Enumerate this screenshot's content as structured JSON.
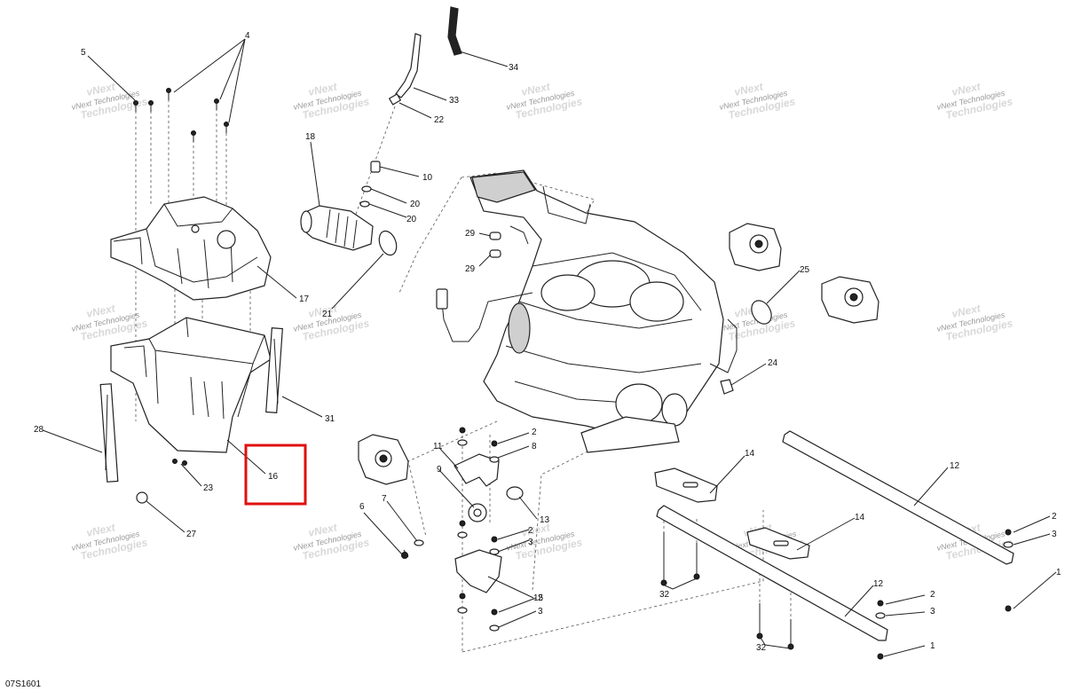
{
  "figure_id": "07S1601",
  "watermark": {
    "line1": "vNext",
    "line2": "Technologies",
    "combined": "vNext Technologies"
  },
  "highlight": {
    "color": "#e01010",
    "callout": "16"
  },
  "callouts": [
    {
      "label": "5"
    },
    {
      "label": "4"
    },
    {
      "label": "34"
    },
    {
      "label": "33"
    },
    {
      "label": "22"
    },
    {
      "label": "18"
    },
    {
      "label": "10"
    },
    {
      "label": "20"
    },
    {
      "label": "20"
    },
    {
      "label": "29"
    },
    {
      "label": "29"
    },
    {
      "label": "21"
    },
    {
      "label": "17"
    },
    {
      "label": "25"
    },
    {
      "label": "24"
    },
    {
      "label": "31"
    },
    {
      "label": "28"
    },
    {
      "label": "23"
    },
    {
      "label": "16"
    },
    {
      "label": "27"
    },
    {
      "label": "2"
    },
    {
      "label": "8"
    },
    {
      "label": "11"
    },
    {
      "label": "9"
    },
    {
      "label": "13"
    },
    {
      "label": "7"
    },
    {
      "label": "6"
    },
    {
      "label": "2"
    },
    {
      "label": "3"
    },
    {
      "label": "15"
    },
    {
      "label": "2"
    },
    {
      "label": "3"
    },
    {
      "label": "14"
    },
    {
      "label": "14"
    },
    {
      "label": "12"
    },
    {
      "label": "12"
    },
    {
      "label": "32"
    },
    {
      "label": "32"
    },
    {
      "label": "2"
    },
    {
      "label": "3"
    },
    {
      "label": "1"
    },
    {
      "label": "2"
    },
    {
      "label": "3"
    },
    {
      "label": "1"
    }
  ]
}
